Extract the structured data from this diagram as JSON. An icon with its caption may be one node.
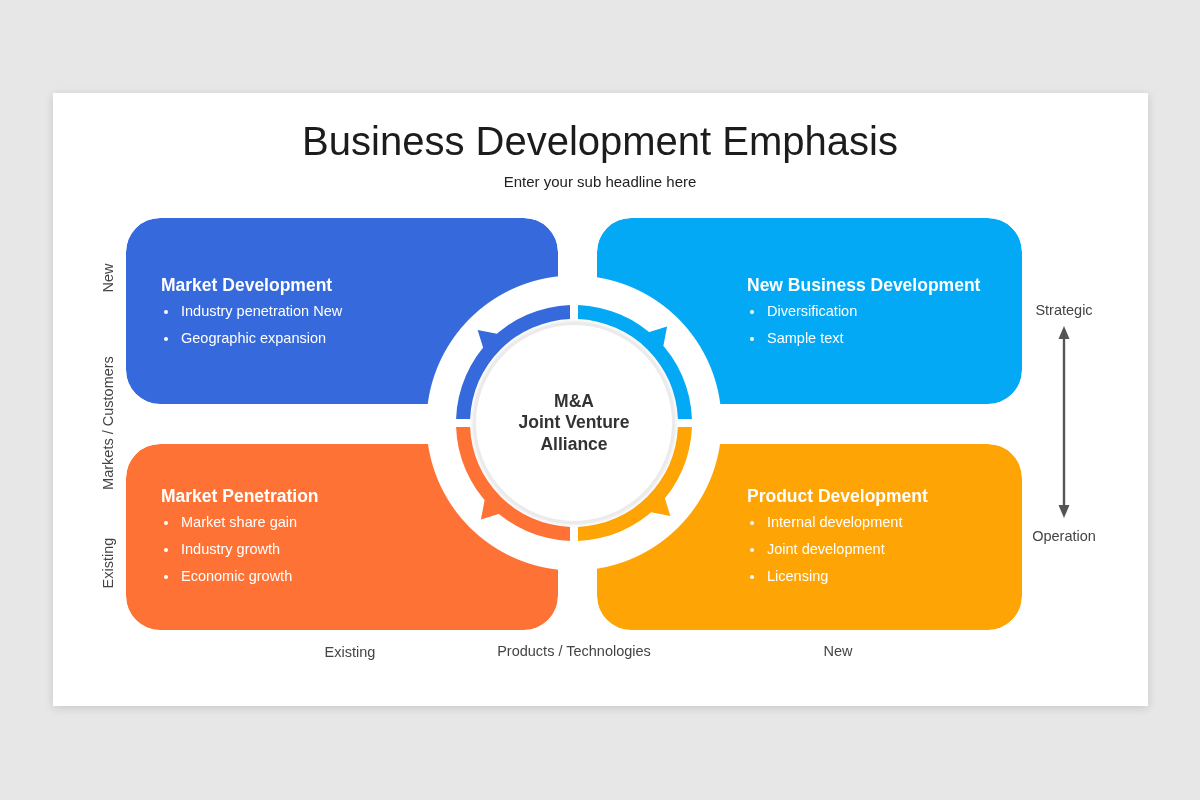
{
  "diagram": {
    "title": "Business Development Emphasis",
    "nodes": [
      {
        "text": [
          "Market Development",
          "Industry penetration New",
          "Geographic expansion"
        ]
      },
      {
        "text": [
          "New Business Development",
          "Diversification",
          "Sample text"
        ]
      },
      {
        "text": [
          "M&A",
          "Joint Venture",
          "Alliance"
        ]
      },
      {
        "text": [
          "Market Penetration",
          "Market share gain",
          "Industry growth",
          "Economic growth"
        ]
      },
      {
        "text": [
          "Product Development",
          "Internal development",
          "Joint development",
          "Licensing"
        ]
      }
    ],
    "labels": [
      "Enter your sub headline here",
      "New",
      "Markets / Customers",
      "Existing",
      "Strategic",
      "Operation",
      "Existing",
      "Products / Technologies",
      "New"
    ]
  }
}
